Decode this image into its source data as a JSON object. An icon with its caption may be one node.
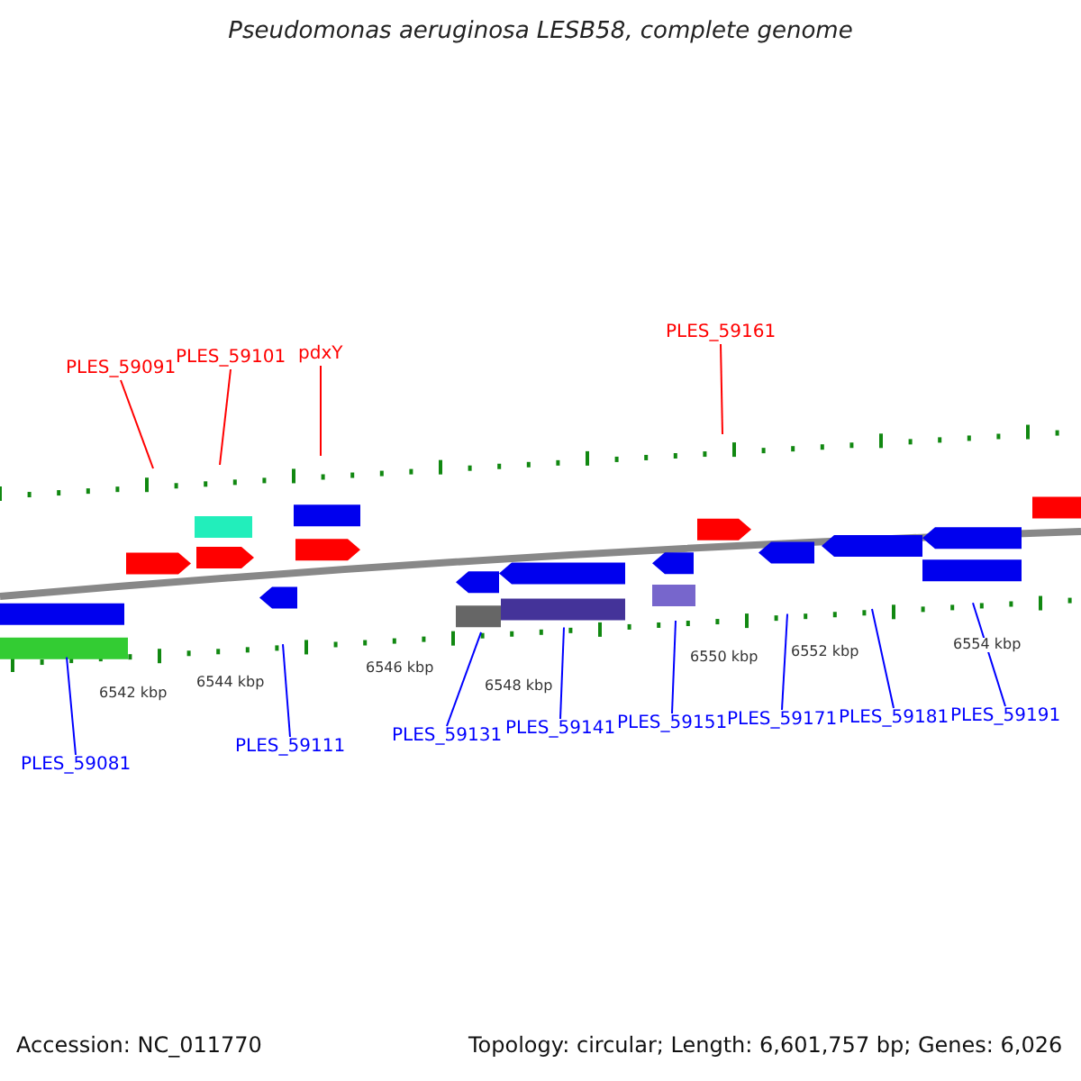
{
  "diagram": {
    "title": "Pseudomonas aeruginosa LESB58, complete genome",
    "nodes": [
      {
        "text": [
          "PLES_59091"
        ]
      },
      {
        "text": [
          "PLES_59101"
        ]
      },
      {
        "text": [
          "pdxY"
        ]
      },
      {
        "text": [
          "PLES_59161"
        ]
      },
      {
        "text": [
          "PLES_59081"
        ]
      },
      {
        "text": [
          "PLES_59111"
        ]
      },
      {
        "text": [
          "PLES_59131"
        ]
      },
      {
        "text": [
          "PLES_59141"
        ]
      },
      {
        "text": [
          "PLES_59151"
        ]
      },
      {
        "text": [
          "PLES_59171"
        ]
      },
      {
        "text": [
          "PLES_59181"
        ]
      },
      {
        "text": [
          "PLES_59191"
        ]
      }
    ],
    "edges": [
      {
        "from": 0,
        "to": null,
        "arrow": "none",
        "color": "#ff0000"
      },
      {
        "from": 1,
        "to": null,
        "arrow": "none",
        "color": "#ff0000"
      },
      {
        "from": 2,
        "to": null,
        "arrow": "none",
        "color": "#ff0000"
      },
      {
        "from": 3,
        "to": null,
        "arrow": "none",
        "color": "#ff0000"
      },
      {
        "from": 4,
        "to": null,
        "arrow": "none",
        "color": "#0000ff"
      },
      {
        "from": 5,
        "to": null,
        "arrow": "none",
        "color": "#0000ff"
      },
      {
        "from": 6,
        "to": null,
        "arrow": "none",
        "color": "#0000ff"
      },
      {
        "from": 7,
        "to": null,
        "arrow": "none",
        "color": "#0000ff"
      },
      {
        "from": 8,
        "to": null,
        "arrow": "none",
        "color": "#0000ff"
      },
      {
        "from": 9,
        "to": null,
        "arrow": "none",
        "color": "#0000ff"
      },
      {
        "from": 10,
        "to": null,
        "arrow": "none",
        "color": "#0000ff"
      },
      {
        "from": 11,
        "to": null,
        "arrow": "none",
        "color": "#0000ff"
      }
    ],
    "labels": [
      "6542 kbp",
      "6544 kbp",
      "6546 kbp",
      "6548 kbp",
      "6550 kbp",
      "6552 kbp",
      "6554 kbp",
      "Accession: NC_011770",
      "Topology: circular; Length: 6,601,757 bp; Genes: 6,026"
    ]
  }
}
